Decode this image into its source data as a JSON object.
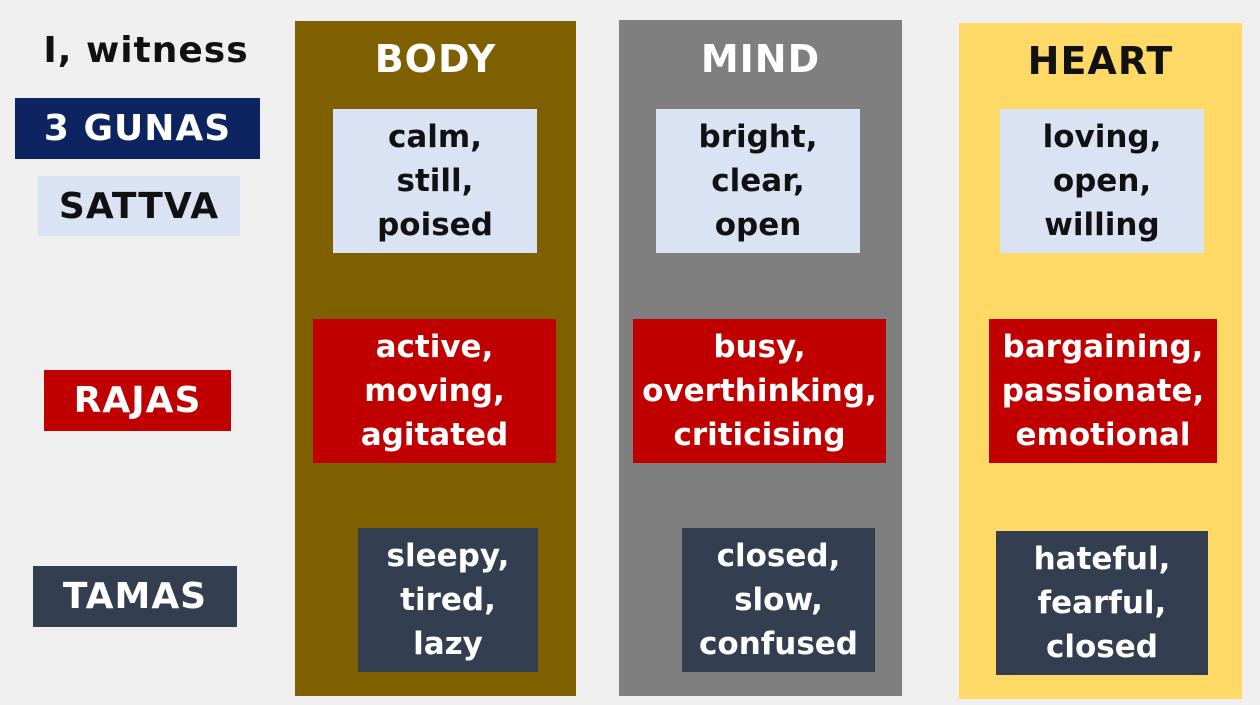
{
  "row_labels": {
    "witness": "I, witness",
    "gunas": "3 GUNAS",
    "sattva": "SATTVA",
    "rajas": "RAJAS",
    "tamas": "TAMAS"
  },
  "columns": [
    {
      "title": "BODY",
      "color": "#7f6000",
      "sattva": "calm,\nstill,\npoised",
      "rajas": "active,\nmoving,\nagitated",
      "tamas": "sleepy,\ntired,\nlazy"
    },
    {
      "title": "MIND",
      "color": "#7f7f7f",
      "sattva": "bright,\nclear,\nopen",
      "rajas": "busy,\noverthinking,\ncriticising",
      "tamas": "closed,\nslow,\nconfused"
    },
    {
      "title": "HEART",
      "color": "#ffd966",
      "sattva": "loving,\nopen,\nwilling",
      "rajas": "bargaining,\npassionate,\nemotional",
      "tamas": "hateful,\nfearful,\nclosed"
    }
  ],
  "colors": {
    "sattva": "#d9e3f3",
    "rajas": "#c00000",
    "tamas": "#333e50",
    "gunas": "#0d2461"
  }
}
